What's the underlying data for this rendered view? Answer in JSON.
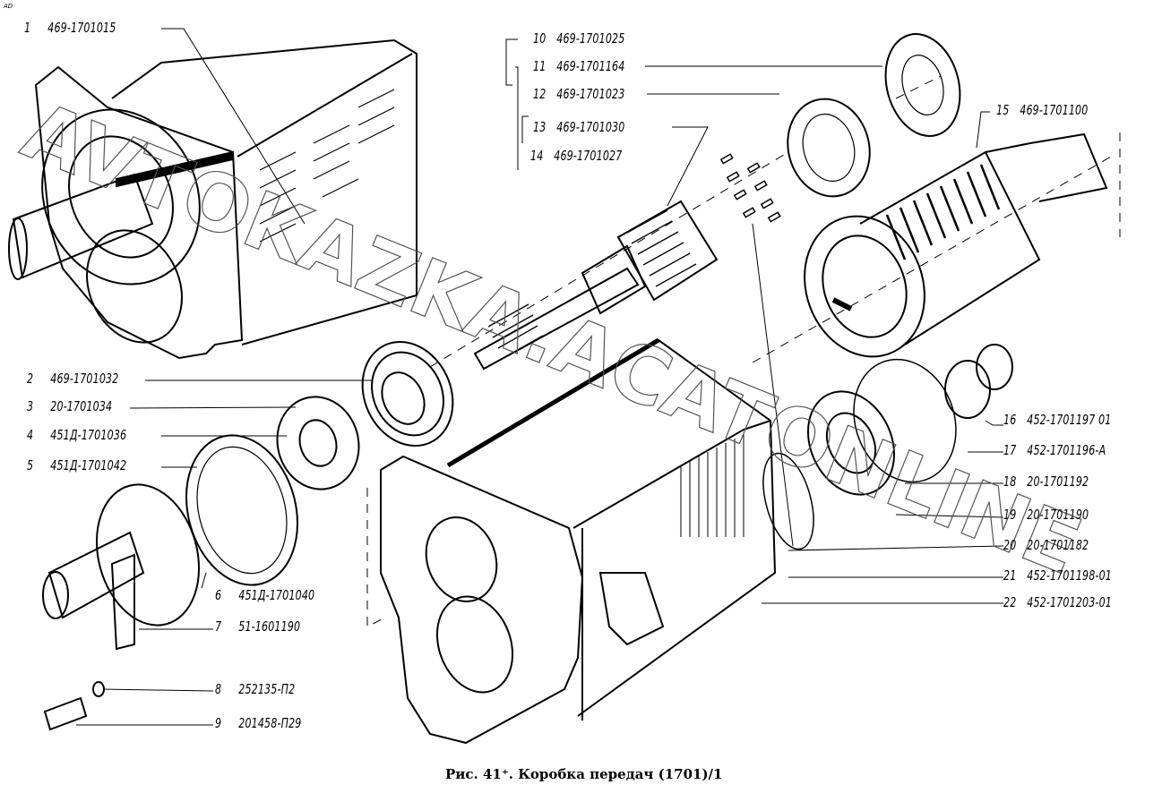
{
  "corner_mark": "AD",
  "caption": "Рис. 41⁺. Коробка передач (1701)/1",
  "watermark": "AVTOKAZKA.ACATONLINE",
  "parts": [
    {
      "num": "1",
      "part_no": "469-1701015"
    },
    {
      "num": "2",
      "part_no": "469-1701032"
    },
    {
      "num": "3",
      "part_no": "20-1701034"
    },
    {
      "num": "4",
      "part_no": "451Д-1701036"
    },
    {
      "num": "5",
      "part_no": "451Д-1701042"
    },
    {
      "num": "6",
      "part_no": "451Д-1701040"
    },
    {
      "num": "7",
      "part_no": "51-1601190"
    },
    {
      "num": "8",
      "part_no": "252135-П2"
    },
    {
      "num": "9",
      "part_no": "201458-П29"
    },
    {
      "num": "10",
      "part_no": "469-1701025"
    },
    {
      "num": "11",
      "part_no": "469-1701164"
    },
    {
      "num": "12",
      "part_no": "469-1701023"
    },
    {
      "num": "13",
      "part_no": "469-1701030"
    },
    {
      "num": "14",
      "part_no": "469-1701027"
    },
    {
      "num": "15",
      "part_no": "469-1701100"
    },
    {
      "num": "16",
      "part_no": "452-1701197 01"
    },
    {
      "num": "17",
      "part_no": "452-1701196-А"
    },
    {
      "num": "18",
      "part_no": "20-1701192"
    },
    {
      "num": "19",
      "part_no": "20-1701190"
    },
    {
      "num": "20",
      "part_no": "20-1701182"
    },
    {
      "num": "21",
      "part_no": "452-1701198-01"
    },
    {
      "num": "22",
      "part_no": "452-1701203-01"
    }
  ]
}
